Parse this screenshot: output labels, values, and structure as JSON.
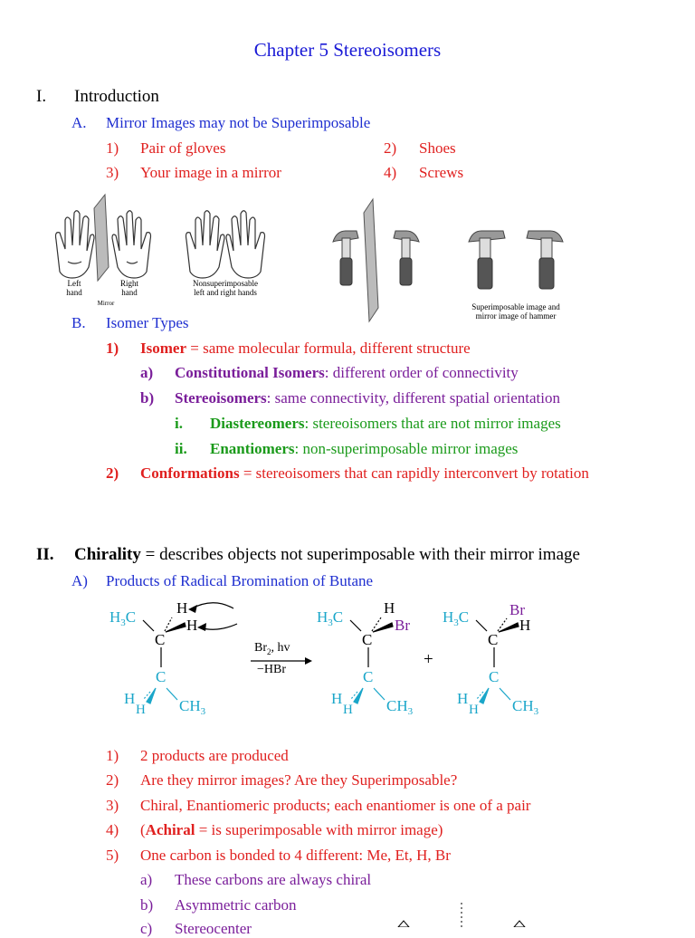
{
  "title": "Chapter 5 Stereoisomers",
  "section1": {
    "num": "I.",
    "heading": "Introduction",
    "A": {
      "label": "A.",
      "text": "Mirror Images may not be Superimposable",
      "items": [
        {
          "n": "1)",
          "t": "Pair of gloves"
        },
        {
          "n": "2)",
          "t": "Shoes"
        },
        {
          "n": "3)",
          "t": "Your image in a mirror"
        },
        {
          "n": "4)",
          "t": "Screws"
        }
      ]
    },
    "figure": {
      "left_hand": "Left\nhand",
      "mirror": "Mirror",
      "right_hand": "Right\nhand",
      "nonsuper": "Nonsuperimposable\nleft and right hands",
      "hammer": "Superimposable image and\nmirror image of hammer"
    },
    "B": {
      "label": "B.",
      "text": "Isomer Types",
      "i1_num": "1)",
      "i1_term": "Isomer",
      "i1_def": " = same molecular formula, different structure",
      "a_num": "a)",
      "a_term": "Constitutional Isomers",
      "a_def": ":  different order of connectivity",
      "b_num": "b)",
      "b_term": "Stereoisomers",
      "b_def": ":  same connectivity, different spatial orientation",
      "ri_num": "i.",
      "ri_term": "Diastereomers",
      "ri_def": ":  stereoisomers that are not mirror images",
      "rii_num": "ii.",
      "rii_term": "Enantiomers",
      "rii_def": ":  non-superimposable mirror images",
      "i2_num": "2)",
      "i2_term": "Conformations",
      "i2_def": " = stereoisomers that can rapidly interconvert by rotation"
    }
  },
  "section2": {
    "num": "II.",
    "term": "Chirality",
    "def": " = describes objects not superimposable with their mirror image",
    "A_label": "A)",
    "A_text": "Products of Radical Bromination of Butane",
    "reaction": {
      "reagent": "Br",
      "reagent_sub": "2",
      "reagent_rest": ", hv",
      "byproduct": "−HBr",
      "plus": "+"
    },
    "items": [
      {
        "n": "1)",
        "t": "2 products are produced"
      },
      {
        "n": "2)",
        "t": "Are they mirror images?  Are they Superimposable?"
      },
      {
        "n": "3)",
        "t": "Chiral, Enantiomeric products; each enantiomer is one of a pair"
      },
      {
        "n": "4)",
        "pre": "(",
        "term": "Achiral",
        "t": " = is superimposable with mirror image)"
      },
      {
        "n": "5)",
        "t": "One carbon is bonded to 4 different: Me, Et, H, Br"
      }
    ],
    "sub": [
      {
        "n": "a)",
        "t": "These carbons are always chiral"
      },
      {
        "n": "b)",
        "t": "Asymmetric carbon"
      },
      {
        "n": "c)",
        "t": "Stereocenter"
      }
    ]
  }
}
